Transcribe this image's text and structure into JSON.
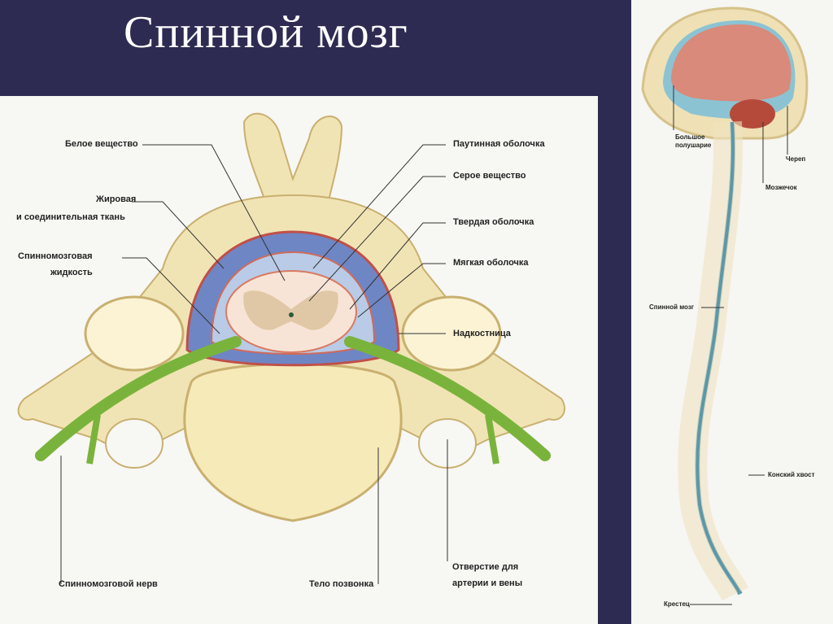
{
  "slide": {
    "title": "Спинной мозг"
  },
  "cross_section": {
    "labels": {
      "white_matter": "Белое вещество",
      "fat_tissue_1": "Жировая",
      "fat_tissue_2": "и соединительная ткань",
      "csf_1": "Спинномозговая",
      "csf_2": "жидкость",
      "arachnoid": "Паутинная оболочка",
      "gray_matter": "Серое вещество",
      "dura": "Твердая оболочка",
      "pia": "Мягкая оболочка",
      "periosteum": "Надкостница",
      "spinal_nerve": "Спинномозговой нерв",
      "vertebral_body": "Тело позвонка",
      "foramen_1": "Отверстие для",
      "foramen_2": "артерии и вены"
    }
  },
  "spine": {
    "labels": {
      "hemisphere_1": "Большое",
      "hemisphere_2": "полушарие",
      "skull": "Череп",
      "cerebellum": "Мозжечок",
      "spinal_cord": "Спинной мозг",
      "cauda_equina": "Конский хвост",
      "sacrum": "Крестец"
    }
  }
}
